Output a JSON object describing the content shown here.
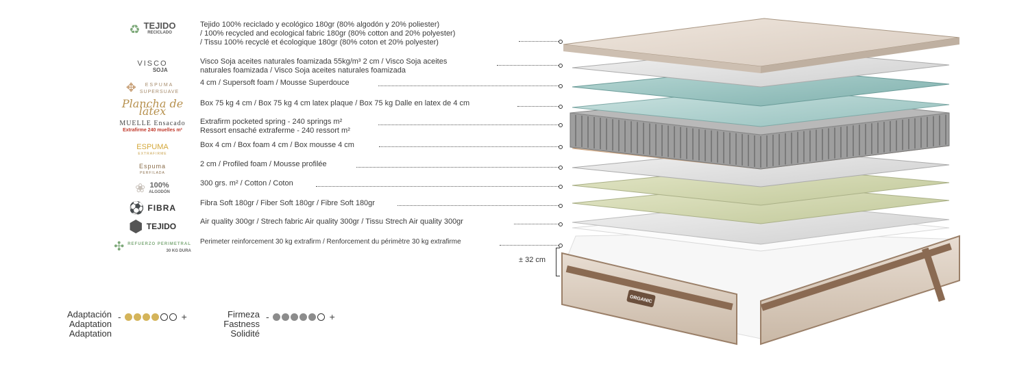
{
  "layers": [
    {
      "logo": "TEJIDO",
      "logo_sub": "RECICLADO",
      "lines": [
        "Tejido 100% reciclado y ecológico 180gr (80% algodón y 20% poliester)",
        "/ 100% recycled and ecological fabric 180gr (80% cotton and 20% polyester)",
        "/ Tissu 100% recyclé et écologique 180gr (80% coton et 20% polyester)"
      ]
    },
    {
      "logo": "VISCO",
      "logo_sub": "SOJA",
      "lines": [
        "Visco Soja aceites naturales foamizada 55kg/m³ 2 cm / Visco Soja aceites",
        "naturales foamizada / Visco Soja aceites naturales foamizada"
      ]
    },
    {
      "logo": "ESPUMA",
      "logo_sub": "SUPERSUAVE",
      "lines": [
        "4 cm / Supersoft foam / Mousse Superdouce"
      ]
    },
    {
      "logo": "Plancha de látex",
      "logo_sub": "",
      "lines": [
        "Box 75 kg 4 cm / Box 75 kg 4 cm latex plaque / Box 75 kg Dalle en latex de 4 cm"
      ]
    },
    {
      "logo": "MUELLE Ensacado",
      "logo_sub": "Extrafirme 240 muelles m²",
      "lines": [
        "Extrafirm pocketed spring  - 240 springs m²",
        "Ressort ensaché extraferme - 240 ressort  m²"
      ]
    },
    {
      "logo": "ESPUMA",
      "logo_sub": "EXTRAFIRME",
      "lines": [
        "Box 4 cm / Box foam 4 cm / Box mousse 4 cm"
      ]
    },
    {
      "logo": "Espuma",
      "logo_sub": "PERFILADA",
      "lines": [
        "2 cm / Profiled foam / Mousse profilée"
      ]
    },
    {
      "logo": "100%",
      "logo_sub": "ALGODÓN",
      "lines": [
        "300 grs. m² / Cotton / Coton"
      ]
    },
    {
      "logo": "FIBRA",
      "logo_sub": "",
      "lines": [
        "Fibra Soft 180gr / Fiber Soft 180gr / Fibre Soft 180gr"
      ]
    },
    {
      "logo": "TEJIDO",
      "logo_sub": "",
      "lines": [
        "Air quality 300gr / Strech fabric Air quality 300gr / Tissu Strech Air quality 300gr"
      ]
    },
    {
      "logo": "REFUERZO PERIMETRAL",
      "logo_sub": "30 KG DURA",
      "lines": [
        "Perimeter reinforcement 30 kg extrafirm / Renforcement du périmètre 30 kg extrafirme"
      ]
    }
  ],
  "height_label": "± 32 cm",
  "adaptation": {
    "labels": [
      "Adaptación",
      "Adaptation",
      "Adaptation"
    ],
    "minus": "-",
    "plus": "+",
    "level": 4,
    "max": 6
  },
  "firmness": {
    "labels": [
      "Firmeza",
      "Fastness",
      "Solidité"
    ],
    "minus": "-",
    "plus": "+",
    "level": 5,
    "max": 6
  },
  "badge": "ORGANIC",
  "colors": {
    "gold": "#d4b45a",
    "grey": "#8c8c8c",
    "green": "#7ca878"
  }
}
